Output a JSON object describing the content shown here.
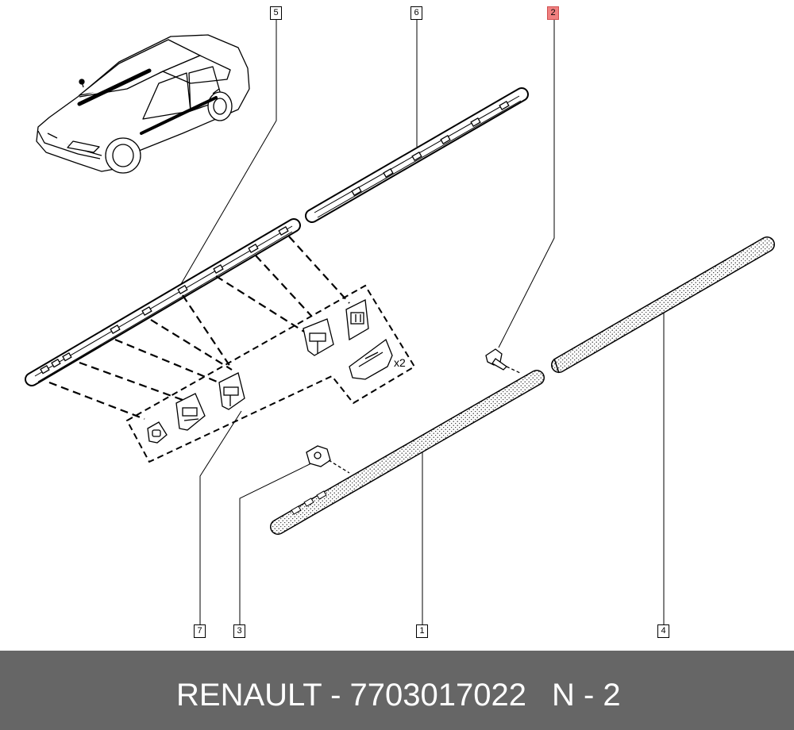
{
  "diagram": {
    "callouts": {
      "c1": "1",
      "c2": "2",
      "c3": "3",
      "c4": "4",
      "c5": "5",
      "c6": "6",
      "c7": "7"
    },
    "qty_label": "x2",
    "highlight_color": "#f08080"
  },
  "footer": {
    "brand_part": "RENAULT - 7703017022",
    "page_ref": "N - 2",
    "background_color": "#666666"
  }
}
